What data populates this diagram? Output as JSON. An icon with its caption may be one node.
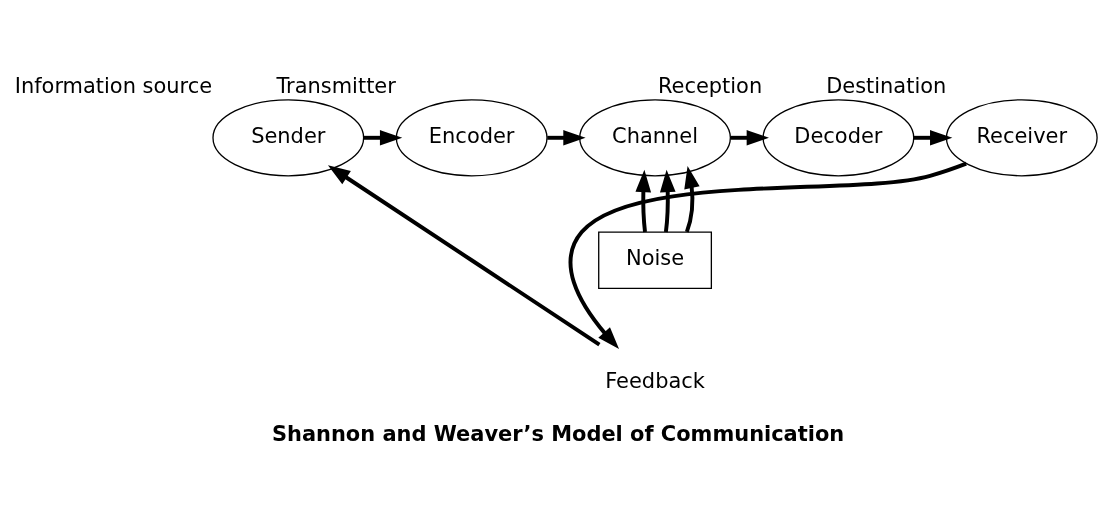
{
  "diagram": {
    "caption": "Shannon and Weaver’s Model of Communication",
    "nodes": [
      {
        "text": [
          "Sender"
        ],
        "beside": [
          "Information source"
        ]
      },
      {
        "text": [
          "Encoder"
        ],
        "beside": [
          "Transmitter"
        ]
      },
      {
        "text": [
          "Channel"
        ]
      },
      {
        "text": [
          "Decoder"
        ],
        "beside": [
          "Reception"
        ]
      },
      {
        "text": [
          "Receiver"
        ],
        "beside": [
          "Destination"
        ]
      },
      {
        "text": [
          "Noise"
        ]
      },
      {
        "text": [
          "Feedback"
        ]
      }
    ],
    "edges": [
      {
        "from": 0,
        "to": 1,
        "arrow": "to"
      },
      {
        "from": 1,
        "to": 2,
        "arrow": "to"
      },
      {
        "from": 2,
        "to": 3,
        "arrow": "to"
      },
      {
        "from": 3,
        "to": 4,
        "arrow": "to"
      },
      {
        "from": 5,
        "to": 2,
        "arrow": "to"
      },
      {
        "from": 5,
        "to": 2,
        "arrow": "to"
      },
      {
        "from": 5,
        "to": 2,
        "arrow": "to"
      },
      {
        "from": 4,
        "to": 6,
        "arrow": "to"
      },
      {
        "from": 6,
        "to": 0,
        "arrow": "to"
      }
    ]
  }
}
